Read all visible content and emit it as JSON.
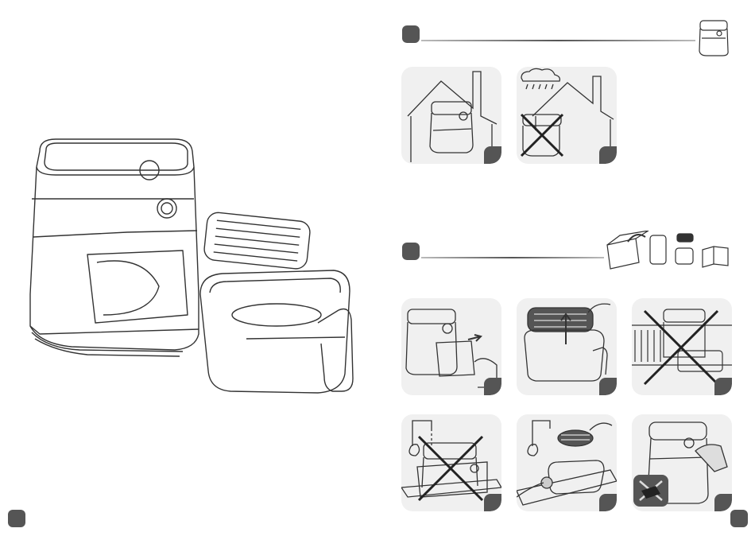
{
  "page": {
    "left_illustration": "air-fryer-with-grill-plate-and-basket",
    "page_badge_left": "",
    "page_badge_right": ""
  },
  "section1": {
    "step_badge": "",
    "panels": [
      {
        "icon": "fryer-indoors-ok"
      },
      {
        "icon": "fryer-outdoors-rain-forbidden"
      }
    ]
  },
  "section2": {
    "step_badge": "",
    "panels": [
      {
        "icon": "pull-basket-out"
      },
      {
        "icon": "lift-grill-plate"
      },
      {
        "icon": "no-dishwasher"
      },
      {
        "icon": "no-immersing-appliance"
      },
      {
        "icon": "wash-plate-and-basket"
      },
      {
        "icon": "wipe-appliance-no-abrasive"
      }
    ]
  },
  "colors": {
    "badge": "#555555",
    "panel_bg": "#f0f0f0",
    "line": "#444444"
  }
}
